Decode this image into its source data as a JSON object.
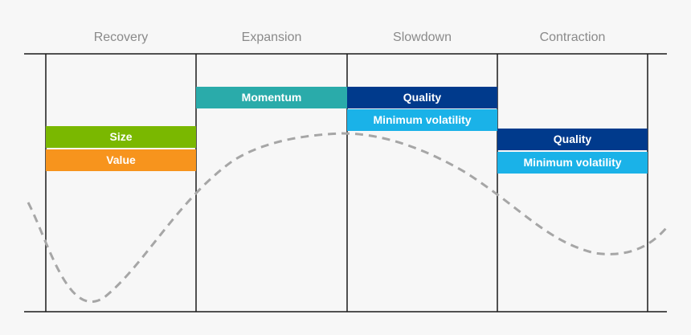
{
  "phases": [
    {
      "label": "Recovery"
    },
    {
      "label": "Expansion"
    },
    {
      "label": "Slowdown"
    },
    {
      "label": "Contraction"
    }
  ],
  "factors": {
    "recovery": [
      {
        "label": "Size",
        "color": "#7ab800"
      },
      {
        "label": "Value",
        "color": "#f7941d"
      }
    ],
    "expansion": [
      {
        "label": "Momentum",
        "color": "#2aabaa"
      }
    ],
    "slowdown": [
      {
        "label": "Quality",
        "color": "#003a8c"
      },
      {
        "label": "Minimum volatility",
        "color": "#1ab2e8"
      }
    ],
    "contraction": [
      {
        "label": "Quality",
        "color": "#003a8c"
      },
      {
        "label": "Minimum volatility",
        "color": "#1ab2e8"
      }
    ]
  },
  "colors": {
    "background": "#f7f7f7",
    "axis_line": "#1a1a1a",
    "cycle_curve": "#a6a6a6",
    "phase_label": "#8a8a8a"
  }
}
